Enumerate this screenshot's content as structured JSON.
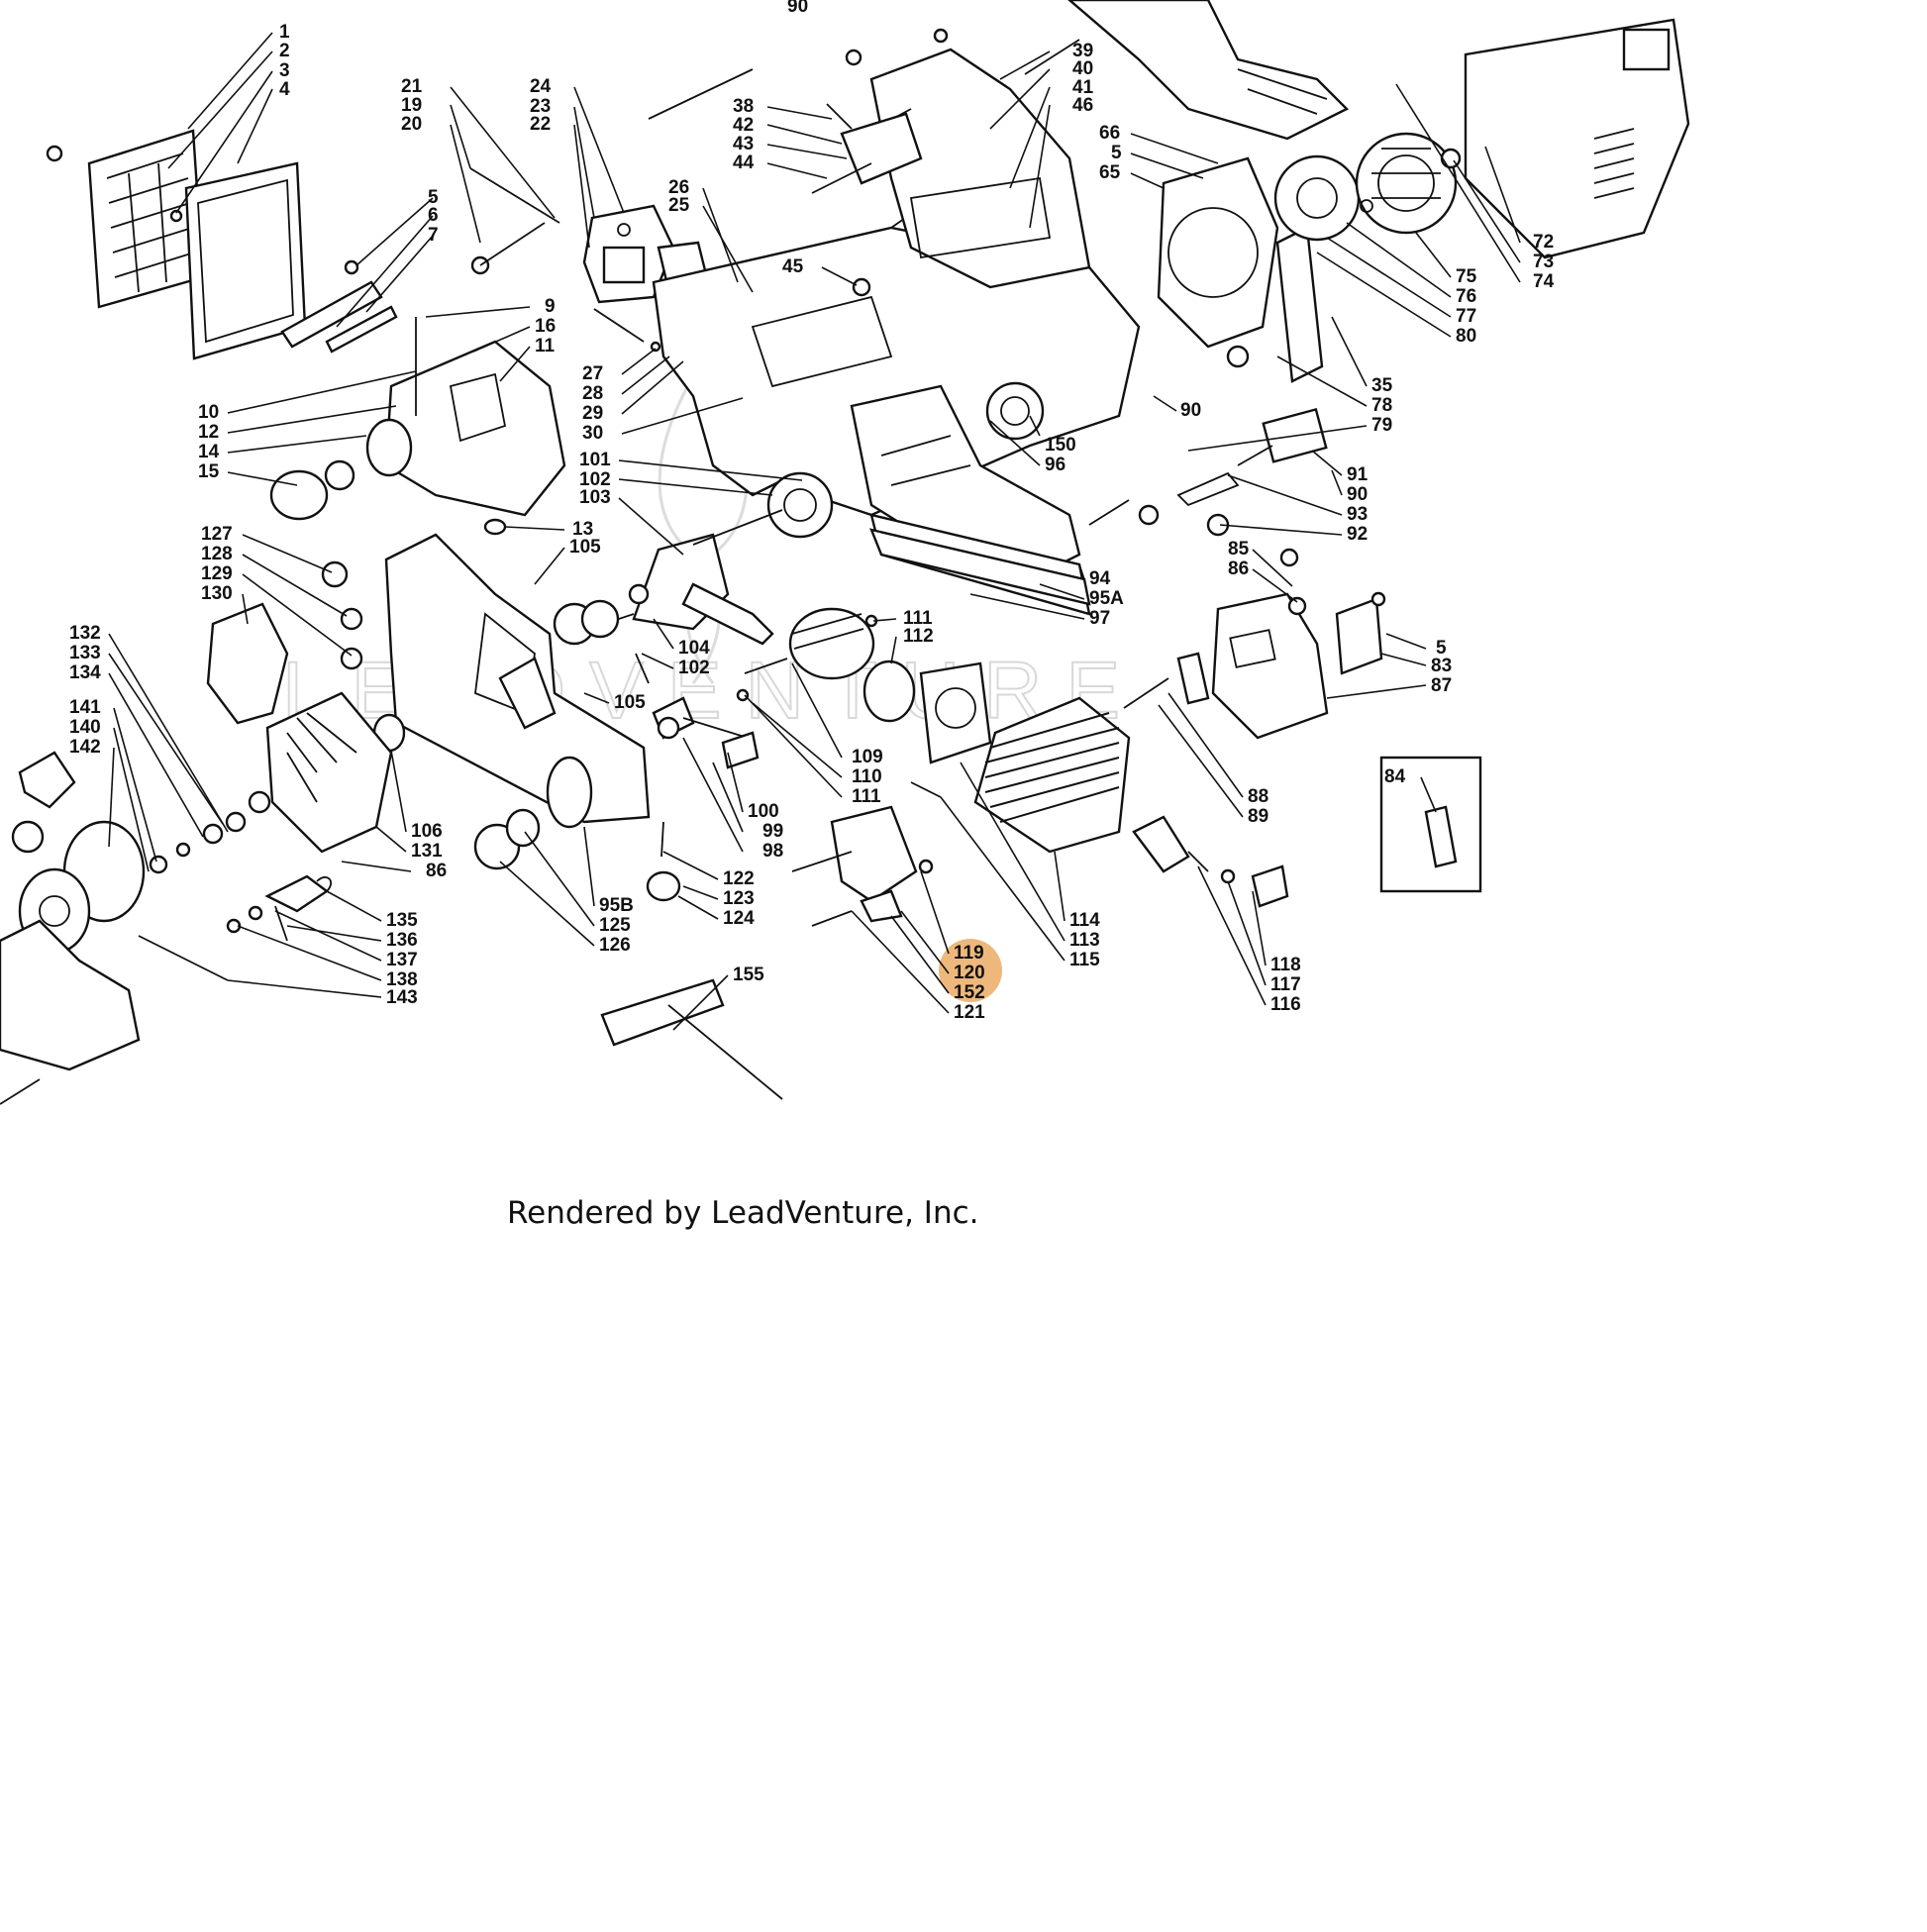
{
  "footer": {
    "credit": "Rendered by LeadVenture, Inc."
  },
  "watermark": {
    "text": "LEADVENTURE"
  },
  "highlight": {
    "color": "#e8a050",
    "parts": [
      "119",
      "120",
      "152"
    ]
  },
  "labels": {
    "l90a": "90",
    "l1": "1",
    "l2": "2",
    "l3": "3",
    "l4": "4",
    "l21": "21",
    "l19": "19",
    "l20": "20",
    "l24": "24",
    "l23": "23",
    "l22": "22",
    "l39": "39",
    "l40": "40",
    "l41": "41",
    "l46": "46",
    "l38": "38",
    "l42": "42",
    "l43": "43",
    "l44": "44",
    "l66": "66",
    "l5a": "5",
    "l65": "65",
    "l26": "26",
    "l25": "25",
    "l5b": "5",
    "l6": "6",
    "l7": "7",
    "l45": "45",
    "l72": "72",
    "l73": "73",
    "l74": "74",
    "l75": "75",
    "l76": "76",
    "l77": "77",
    "l80": "80",
    "l9": "9",
    "l16": "16",
    "l11": "11",
    "l27": "27",
    "l28": "28",
    "l29": "29",
    "l30": "30",
    "l35": "35",
    "l78": "78",
    "l79": "79",
    "l90b": "90",
    "l10": "10",
    "l12": "12",
    "l14": "14",
    "l15": "15",
    "l150": "150",
    "l96": "96",
    "l91": "91",
    "l90c": "90",
    "l93": "93",
    "l92": "92",
    "l101": "101",
    "l102a": "102",
    "l103": "103",
    "l13": "13",
    "l105a": "105",
    "l127": "127",
    "l128": "128",
    "l129": "129",
    "l130": "130",
    "l85": "85",
    "l86a": "86",
    "l94": "94",
    "l95A": "95A",
    "l97": "97",
    "l5c": "5",
    "l83": "83",
    "l87": "87",
    "l132": "132",
    "l133": "133",
    "l134": "134",
    "l104": "104",
    "l102b": "102",
    "l111a": "111",
    "l112": "112",
    "l141": "141",
    "l140": "140",
    "l142": "142",
    "l105b": "105",
    "l109": "109",
    "l110": "110",
    "l111b": "111",
    "l84": "84",
    "l88": "88",
    "l89": "89",
    "l100": "100",
    "l99": "99",
    "l98": "98",
    "l106": "106",
    "l131": "131",
    "l86b": "86",
    "l122": "122",
    "l123": "123",
    "l124": "124",
    "l95B": "95B",
    "l125": "125",
    "l126": "126",
    "l114": "114",
    "l113": "113",
    "l115": "115",
    "l135": "135",
    "l136": "136",
    "l137": "137",
    "l138": "138",
    "l143": "143",
    "l119": "119",
    "l120": "120",
    "l152": "152",
    "l121": "121",
    "l118": "118",
    "l117": "117",
    "l116": "116",
    "l155": "155"
  }
}
